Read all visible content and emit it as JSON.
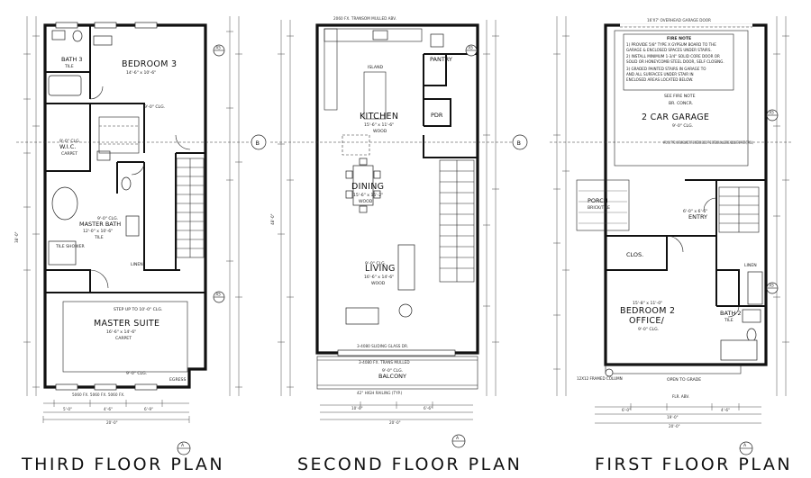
{
  "plans": {
    "third": {
      "caption": "THIRD FLOOR PLAN",
      "bedroom3": {
        "name": "BEDROOM 3",
        "size": "14'-6\" x 10'-6\""
      },
      "bath3": {
        "name": "BATH 3",
        "finish": "TILE"
      },
      "wic": {
        "name": "W.I.C.",
        "finish": "CARPET"
      },
      "master_bath": {
        "name": "MASTER BATH",
        "size": "12'-0\" x 10'-6\"",
        "finish": "TILE"
      },
      "master_suite": {
        "name": "MASTER SUITE",
        "size": "16'-6\" x 14'-6\"",
        "finish": "CARPET",
        "note": "STEP UP TO 10'-0\" CLG."
      },
      "linen": "LINEN",
      "tile_shower": "TILE SHOWER",
      "clg": "9'-0\" CLG.",
      "egress": "EGRESS",
      "windows": "5060 FX.  5060 FX.  5060 FX.",
      "dims": {
        "total": "20'-0\"",
        "side": "38'-0\"",
        "a": "5'-0\"",
        "b": "4'-6\"",
        "c": "6'-9\""
      }
    },
    "second": {
      "caption": "SECOND FLOOR PLAN",
      "kitchen": {
        "name": "KITCHEN",
        "size": "15'-6\" x 11'-6\"",
        "finish": "WOOD"
      },
      "dining": {
        "name": "DINING",
        "size": "15'-6\" x 15'-2\"",
        "finish": "WOOD"
      },
      "living": {
        "name": "LIVING",
        "size": "16'-6\" x 14'-6\"",
        "finish": "WOOD"
      },
      "pantry": "PANTRY",
      "pdr": "PDR",
      "balcony": {
        "name": "BALCONY",
        "clg": "9'-0\" CLG."
      },
      "island": "ISLAND",
      "sliding": "3-4080 SLIDING GLASS DR.",
      "transom": "3-4080 FX. TRANS MULLED",
      "top_window": "2060 FX. TRANSOM MULLED ABV.",
      "railing": "42\" HIGH RAILING (TYP.)",
      "clg": "9'-0\" CLG.",
      "dims": {
        "total": "20'-0\"",
        "left": "48'-0\"",
        "a": "10'-0\"",
        "b": "6'-6\""
      }
    },
    "first": {
      "caption": "FIRST FLOOR PLAN",
      "garage": {
        "name": "2 CAR GARAGE",
        "clg": "9'-0\" CLG."
      },
      "garage_door": "16'X7' OVERHEAD GARAGE DOOR",
      "fire_note_title": "FIRE NOTE",
      "fire_notes": [
        "1) PROVIDE 5/8\" TYPE X GYPSUM BOARD TO THE",
        "   GARAGE & ENCLOSED SPACES UNDER STAIRS.",
        "2) INSTALL MINIMUM 1-3/4\" SOLID CORE DOOR OR",
        "   SOLID OR HONEYCOMB STEEL DOOR, SELF CLOSING.",
        "3) GRADED PAINTED STAIRS IN GARAGE TO",
        "   AND ALL SURFACES UNDER STAIR IN",
        "   ENCLOSED AREAS LOCATED BELOW."
      ],
      "see_fire_note": "SEE FIRE NOTE",
      "conc": "BR. CONCR.",
      "porch": {
        "name": "PORCH",
        "finish": "BRICK/TILE"
      },
      "entry": {
        "name": "ENTRY",
        "size": "6'-0\" x 6'-6\""
      },
      "clos": "CLOS.",
      "bedroom2": {
        "name": "BEDROOM 2",
        "name2": "OFFICE/",
        "size": "15'-8\" x 11'-0\"",
        "clg": "9'-0\" CLG."
      },
      "bath2": {
        "name": "BATH 2",
        "finish": "TILE"
      },
      "linen": "LINEN",
      "open_to_grade": "OPEN TO GRADE",
      "column": "12X12 FRAMED COLUMN",
      "flr_abv": "FLR. ABV.",
      "stair_note": "APPLY 5/8\" TYPE X GYPSUM BOARD TO THE INTERIOR SIDE OF THE EXTERIOR WALL BEFORE ADDING STAIR PARTS (TYPICAL).",
      "dims": {
        "total": "20'-0\"",
        "a": "19'-0\"",
        "b": "6'-0\"",
        "c": "4'-6\""
      }
    }
  },
  "markers": {
    "section_b": "B",
    "section_a": "A",
    "section_num": "A5"
  }
}
